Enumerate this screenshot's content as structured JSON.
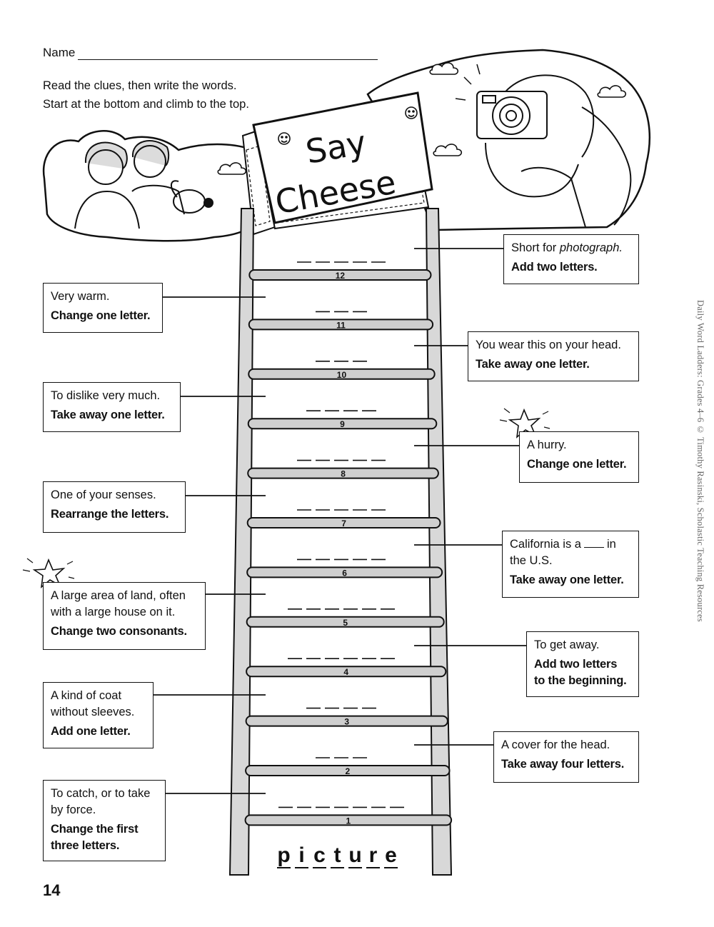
{
  "header": {
    "name_label": "Name",
    "instruction_line1": "Read the clues, then write the words.",
    "instruction_line2": "Start at the bottom and climb to the top."
  },
  "banner": {
    "title_line1": "Say",
    "title_line2": "Cheese"
  },
  "start_word": [
    "p",
    "i",
    "c",
    "t",
    "u",
    "r",
    "e"
  ],
  "rungs": [
    {
      "number": "1",
      "letters": 7
    },
    {
      "number": "2",
      "letters": 3
    },
    {
      "number": "3",
      "letters": 4
    },
    {
      "number": "4",
      "letters": 6
    },
    {
      "number": "5",
      "letters": 6
    },
    {
      "number": "6",
      "letters": 5
    },
    {
      "number": "7",
      "letters": 5
    },
    {
      "number": "8",
      "letters": 5
    },
    {
      "number": "9",
      "letters": 4
    },
    {
      "number": "10",
      "letters": 3
    },
    {
      "number": "11",
      "letters": 3
    },
    {
      "number": "12",
      "letters": 5
    }
  ],
  "clues": {
    "c12": {
      "text_before": "Short for ",
      "text_italic": "photograph.",
      "instruction": "Add two letters."
    },
    "c11": {
      "text": "Very warm.",
      "instruction": "Change one letter."
    },
    "c10": {
      "text": "You wear this on your head.",
      "instruction": "Take away one letter."
    },
    "c9": {
      "text": "To dislike very much.",
      "instruction": "Take away one letter."
    },
    "c8": {
      "text": "A hurry.",
      "instruction": "Change one letter."
    },
    "c7": {
      "text": "One of your senses.",
      "instruction": "Rearrange the letters."
    },
    "c6": {
      "text_before": "California is a",
      "text_after": "in",
      "text_line2": "the U.S.",
      "instruction": "Take away one letter."
    },
    "c5": {
      "text_line1": "A large area of land, often",
      "text_line2": "with a large house on it.",
      "instruction": "Change two consonants."
    },
    "c4": {
      "text": "To get away.",
      "instruction_line1": "Add two letters",
      "instruction_line2": "to the beginning."
    },
    "c3": {
      "text_line1": "A kind of coat",
      "text_line2": "without sleeves.",
      "instruction": "Add one letter."
    },
    "c2": {
      "text": "A cover for the head.",
      "instruction": "Take away four letters."
    },
    "c1": {
      "text_line1": "To catch, or to take",
      "text_line2": "by force.",
      "instruction_line1": "Change the first",
      "instruction_line2": "three letters."
    }
  },
  "footer": {
    "page_number": "14",
    "credit": "Daily Word Ladders: Grades 4–6 © Timothy Rasinski, Scholastic Teaching Resources"
  },
  "icons": [
    "star-icon",
    "camera-icon",
    "smiley-icon",
    "cloud-icon"
  ]
}
